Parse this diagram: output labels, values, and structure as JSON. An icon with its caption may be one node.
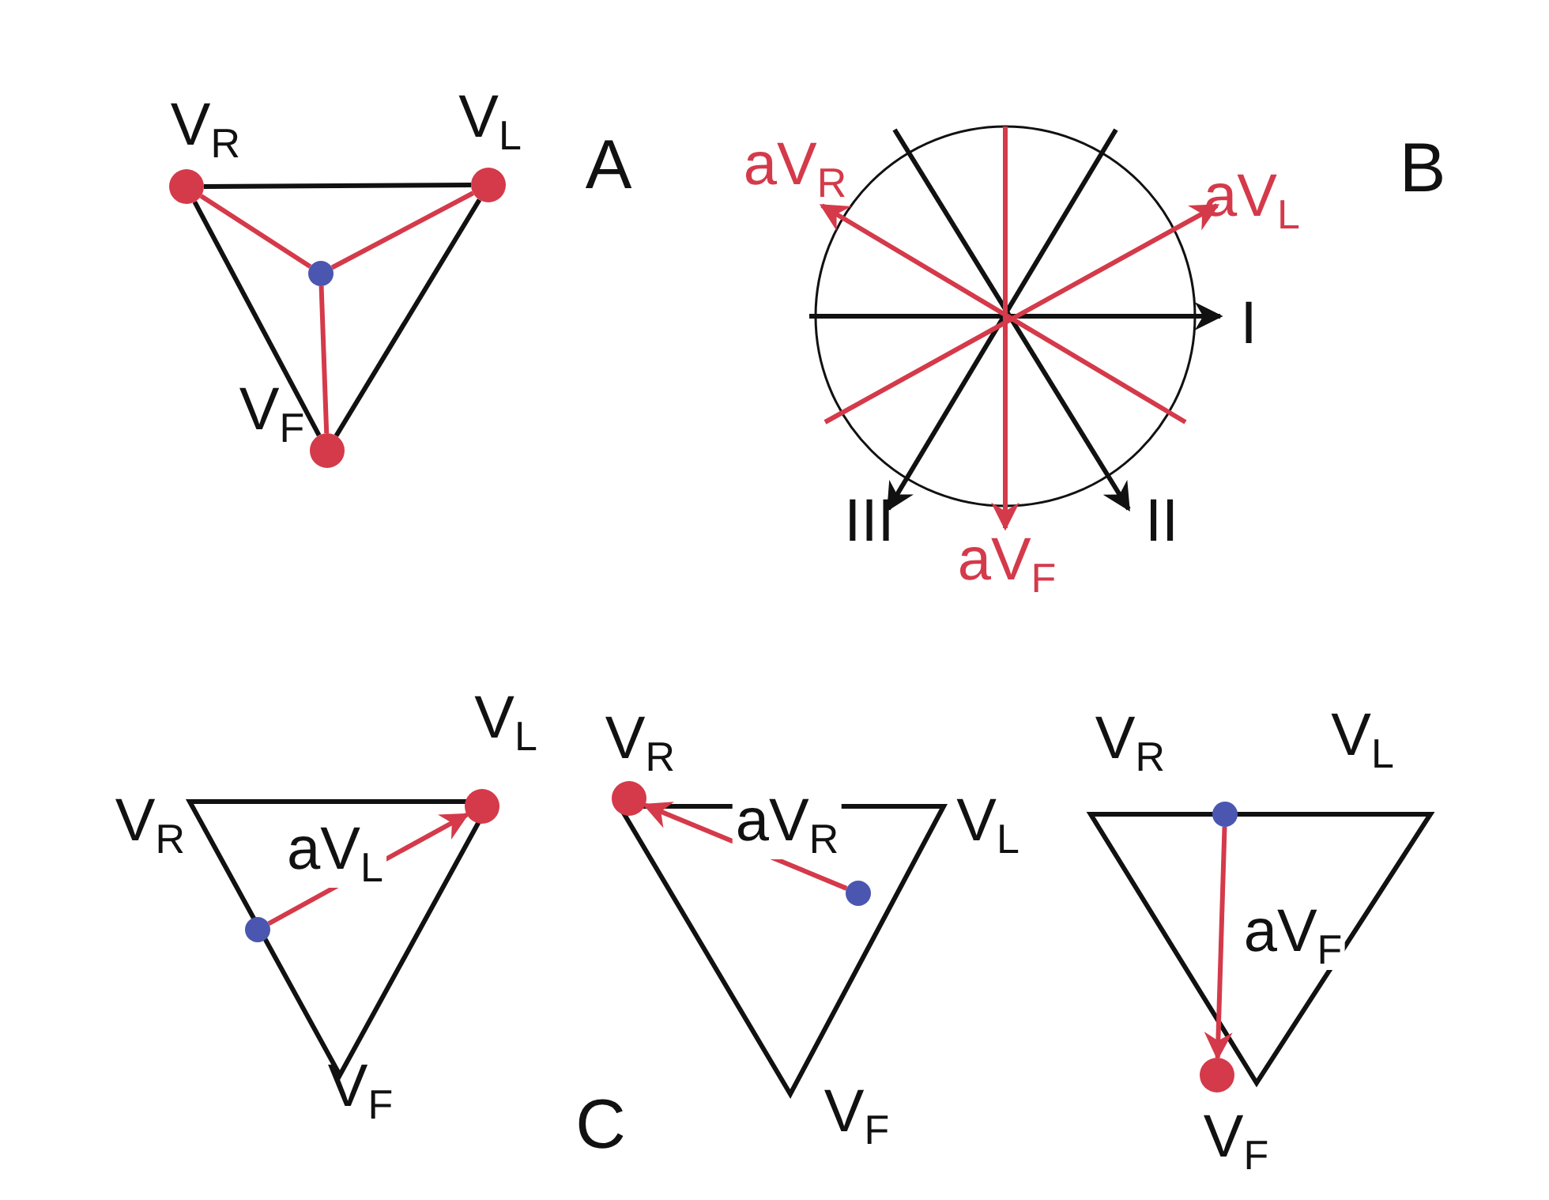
{
  "diagram": {
    "nodes": [
      {
        "text": [],
        "shape": "circle",
        "beside": [
          "V$_{R}$"
        ]
      },
      {
        "text": [],
        "shape": "circle",
        "beside": [
          "V$_{L}$"
        ]
      },
      {
        "text": [],
        "shape": "circle"
      },
      {
        "text": [],
        "shape": "circle",
        "beside": [
          "V$_{F}$"
        ]
      },
      {
        "text": [],
        "shape": "circle"
      },
      {
        "text": [],
        "shape": "circle",
        "beside": [
          "V$_{L}$"
        ]
      },
      {
        "text": [],
        "shape": "circle",
        "beside": [
          "V$_{R}$"
        ]
      },
      {
        "text": [],
        "shape": "circle"
      },
      {
        "text": [],
        "shape": "circle",
        "beside": [
          "V$_{F}$"
        ]
      },
      {
        "text": [],
        "shape": "circle"
      }
    ],
    "edges": [
      {
        "from": 0,
        "to": 1,
        "arrow": "none",
        "color": "#111111"
      },
      {
        "from": 1,
        "to": 3,
        "arrow": "none",
        "color": "#111111"
      },
      {
        "from": 3,
        "to": 0,
        "arrow": "none",
        "color": "#111111"
      },
      {
        "from": 2,
        "to": 0,
        "arrow": "none"
      },
      {
        "from": 2,
        "to": 1,
        "arrow": "none"
      },
      {
        "from": 2,
        "to": 3,
        "arrow": "none"
      },
      {
        "from": 4,
        "to": 5,
        "arrow": "to",
        "label": "aV$_{L}$"
      },
      {
        "from": 7,
        "to": 6,
        "arrow": "to",
        "label": "aV$_{R}$"
      },
      {
        "from": 9,
        "to": 8,
        "arrow": "to",
        "label": "aV$_{F}$"
      }
    ],
    "labels": [
      "A",
      "aV$_{R}$",
      "aV$_{L}$",
      "B",
      "I",
      "III",
      "II",
      "aV$_{F}$",
      "V$_{R}$",
      "V$_{L}$",
      "V$_{R}$",
      "V$_{L}$",
      "V$_{F}$",
      "C",
      "V$_{F}$"
    ]
  }
}
